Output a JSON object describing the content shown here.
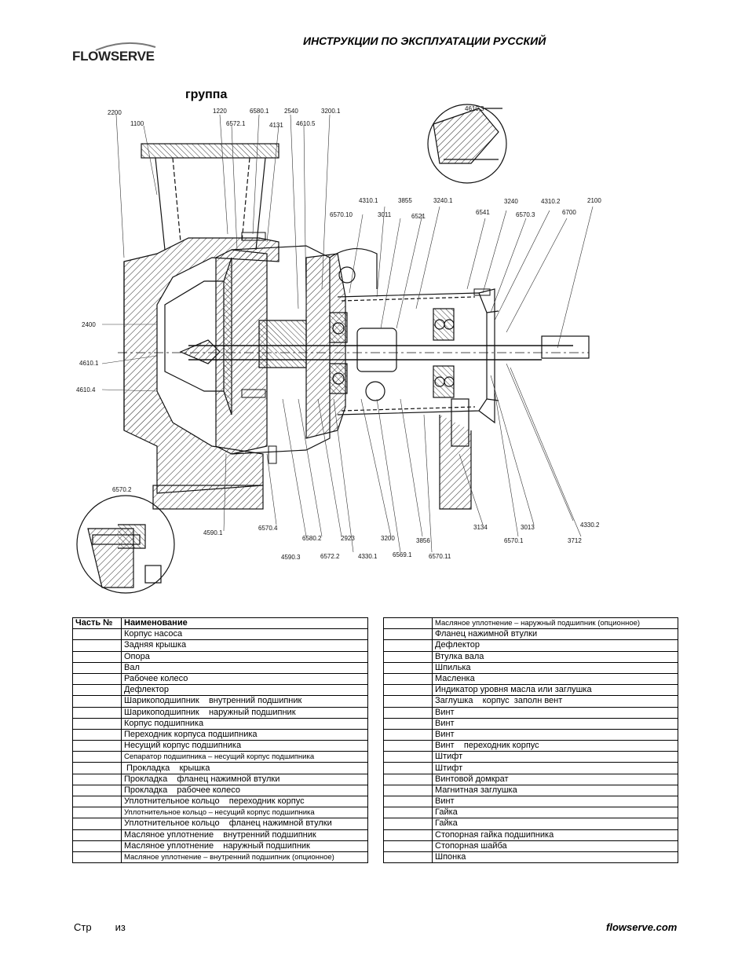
{
  "header": {
    "logo_text": "FLOWSERVE",
    "title": "ИНСТРУКЦИИ ПО ЭКСПЛУАТАЦИИ  РУССКИЙ"
  },
  "drawing": {
    "group_title": "группа",
    "callouts": [
      "2200",
      "1100",
      "1220",
      "6572.1",
      "6580.1",
      "4131",
      "2540",
      "4610.5",
      "3200.1",
      "4610.3",
      "4310.1",
      "3855",
      "3240.1",
      "6570.10",
      "3011",
      "6521",
      "6541",
      "3240",
      "4310.2",
      "2100",
      "6570.3",
      "6700",
      "2400",
      "4610.1",
      "4610.4",
      "6570.2",
      "4590.1",
      "6570.4",
      "6580.2",
      "2923",
      "3200",
      "3856",
      "3134",
      "3013",
      "4330.2",
      "6570.1",
      "3712",
      "4590.3",
      "6572.2",
      "4330.1",
      "6569.1",
      "6570.11"
    ]
  },
  "parts_table_left": {
    "header": {
      "no": "Часть №",
      "name": "Наименование"
    },
    "rows": [
      {
        "name": "Корпус насоса"
      },
      {
        "name": "Задняя крышка"
      },
      {
        "name": "Опора"
      },
      {
        "name": "Вал"
      },
      {
        "name": "Рабочее колесо"
      },
      {
        "name": "Дефлектор"
      },
      {
        "name": "Шарикоподшипник    внутренний подшипник"
      },
      {
        "name": "Шарикоподшипник    наружный подшипник"
      },
      {
        "name": "Корпус подшипника"
      },
      {
        "name": "Переходник корпуса подшипника"
      },
      {
        "name": "Несущий корпус подшипника"
      },
      {
        "name": "Сепаратор подшипника – несущий корпус подшипника",
        "small": true
      },
      {
        "name": " Прокладка    крышка"
      },
      {
        "name": "Прокладка    фланец нажимной втулки"
      },
      {
        "name": "Прокладка    рабочее колесо"
      },
      {
        "name": "Уплотнительное кольцо    переходник корпус"
      },
      {
        "name": "Уплотнительное кольцо – несущий корпус подшипника",
        "small": true
      },
      {
        "name": "Уплотнительное кольцо    фланец нажимной втулки"
      },
      {
        "name": "Масляное уплотнение    внутренний подшипник"
      },
      {
        "name": "Масляное уплотнение    наружный подшипник"
      },
      {
        "name": "Масляное уплотнение – внутренний подшипник (опционное)",
        "small": true
      }
    ]
  },
  "parts_table_right": {
    "rows": [
      {
        "name": "Масляное уплотнение – наружный подшипник (опционное)",
        "small": true
      },
      {
        "name": "Фланец нажимной втулки"
      },
      {
        "name": "Дефлектор"
      },
      {
        "name": "Втулка вала"
      },
      {
        "name": "Шпилька"
      },
      {
        "name": "Масленка"
      },
      {
        "name": "Индикатор уровня масла или заглушка"
      },
      {
        "name": "Заглушка    корпус  заполн вент"
      },
      {
        "name": "Винт"
      },
      {
        "name": "Винт"
      },
      {
        "name": "Винт"
      },
      {
        "name": "Винт    переходник корпус"
      },
      {
        "name": "Штифт"
      },
      {
        "name": "Штифт"
      },
      {
        "name": "Винтовой домкрат"
      },
      {
        "name": "Магнитная заглушка"
      },
      {
        "name": "Винт"
      },
      {
        "name": "Гайка"
      },
      {
        "name": "Гайка"
      },
      {
        "name": "Стопорная гайка подшипника"
      },
      {
        "name": "Стопорная шайба"
      },
      {
        "name": "Шпонка"
      }
    ]
  },
  "footer": {
    "page_label": "Стр",
    "of_label": "из",
    "site": "flowserve.com"
  }
}
